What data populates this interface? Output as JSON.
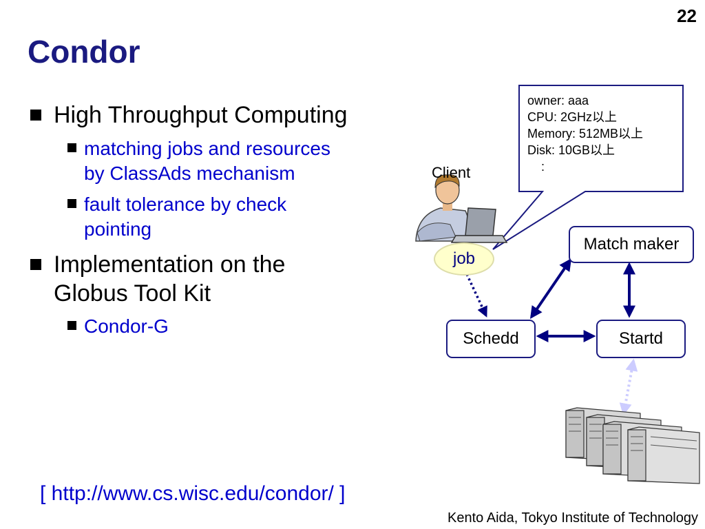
{
  "page_number": "22",
  "title": "Condor",
  "bullets": {
    "b1": "High Throughput Computing",
    "b1_sub1_line1": "matching jobs and resources",
    "b1_sub1_line2": "by ClassAds mechanism",
    "b1_sub2_line1": "fault tolerance by check",
    "b1_sub2_line2": "pointing",
    "b2_line1": "Implementation on the",
    "b2_line2": "Globus Tool Kit",
    "b2_sub1": "Condor-G"
  },
  "diagram": {
    "classad_lines": [
      "owner: aaa",
      "CPU: 2GHz以上",
      "Memory: 512MB以上",
      "Disk: 10GB以上",
      "    :"
    ],
    "client_label": "Client",
    "job_label": "job",
    "match_maker": "Match maker",
    "schedd": "Schedd",
    "startd": "Startd"
  },
  "url": "[ http://www.cs.wisc.edu/condor/ ]",
  "credit": "Kento Aida, Tokyo Institute of Technology",
  "colors": {
    "title": "#1a1a80",
    "sub_bullets": "#0000cc",
    "box_border": "#1a1a80",
    "arrow": "#000080",
    "dotted_arrow_light": "#ccccff"
  }
}
